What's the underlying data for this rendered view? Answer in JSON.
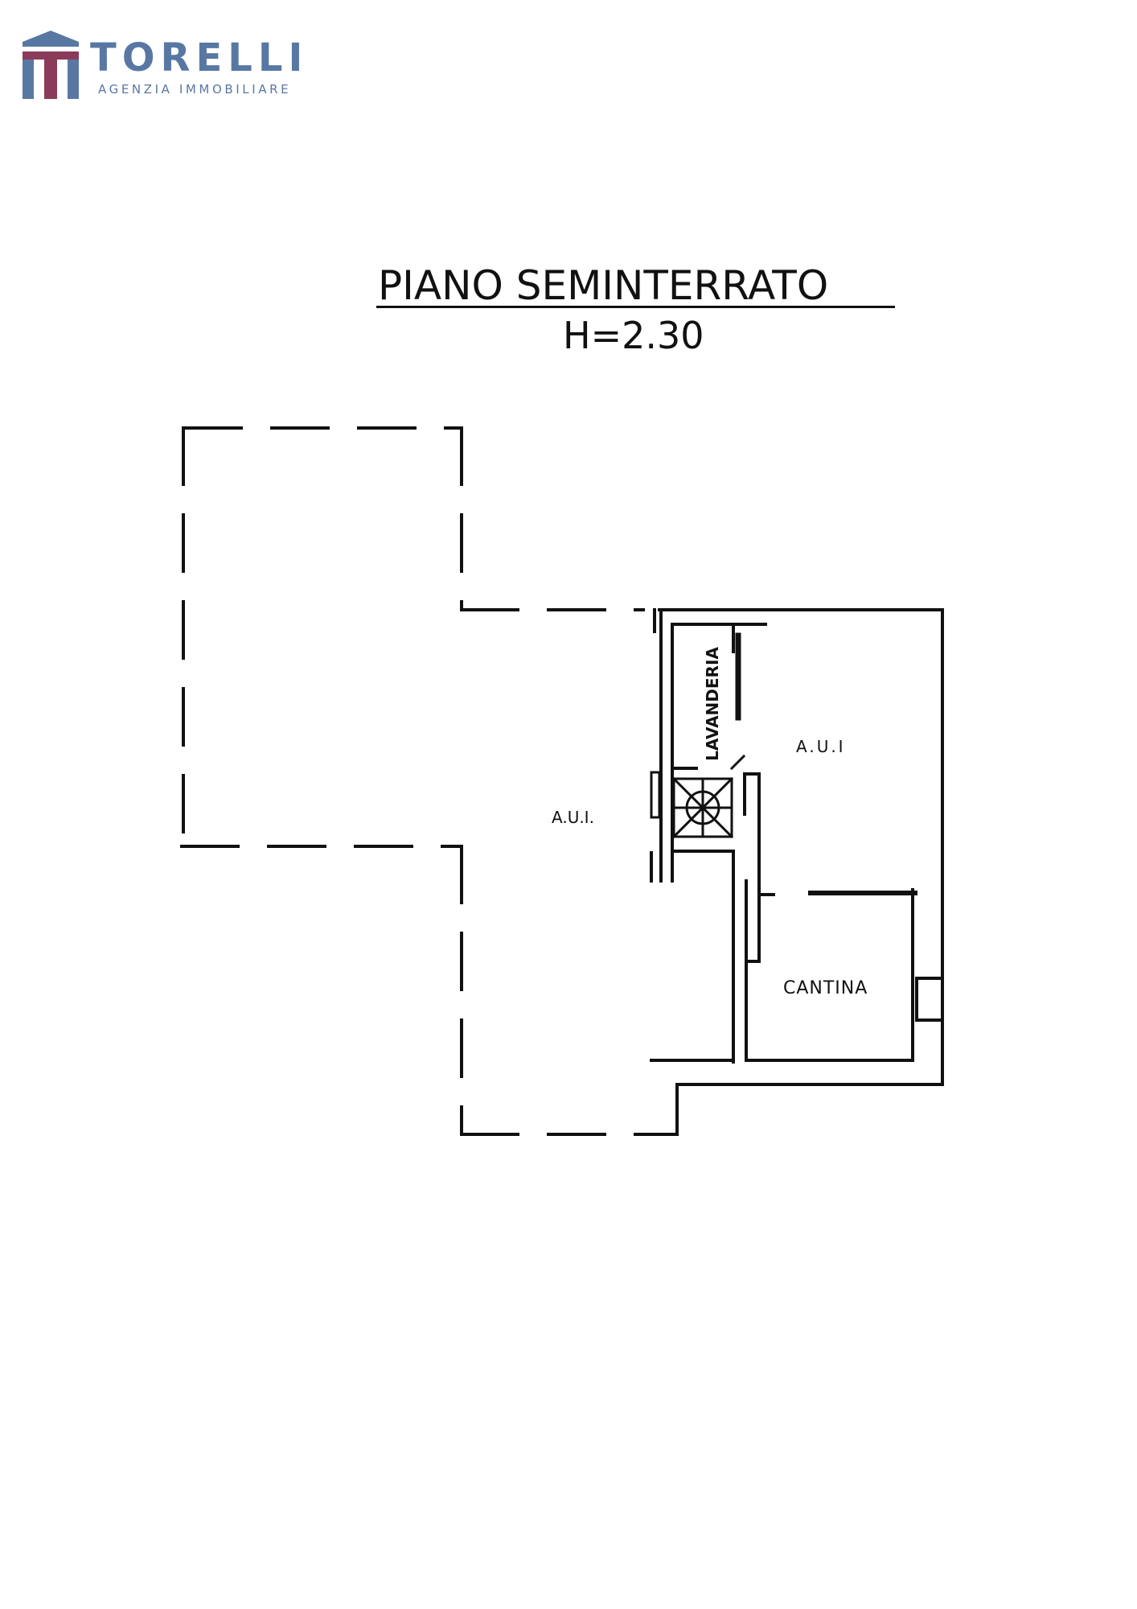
{
  "logo": {
    "name": "TORELLI",
    "tagline": "AGENZIA IMMOBILIARE",
    "colors": {
      "blue": "#5878a3",
      "maroon": "#8b3a5a"
    }
  },
  "plan": {
    "title": "PIANO SEMINTERRATO",
    "height_label": "H=2.30"
  },
  "rooms": {
    "aui_left": "A.U.I.",
    "aui_right": "A.U.I",
    "lavanderia": "LAVANDERIA",
    "cantina": "CANTINA"
  },
  "icons": {
    "stair": "spiral-stair-icon"
  }
}
